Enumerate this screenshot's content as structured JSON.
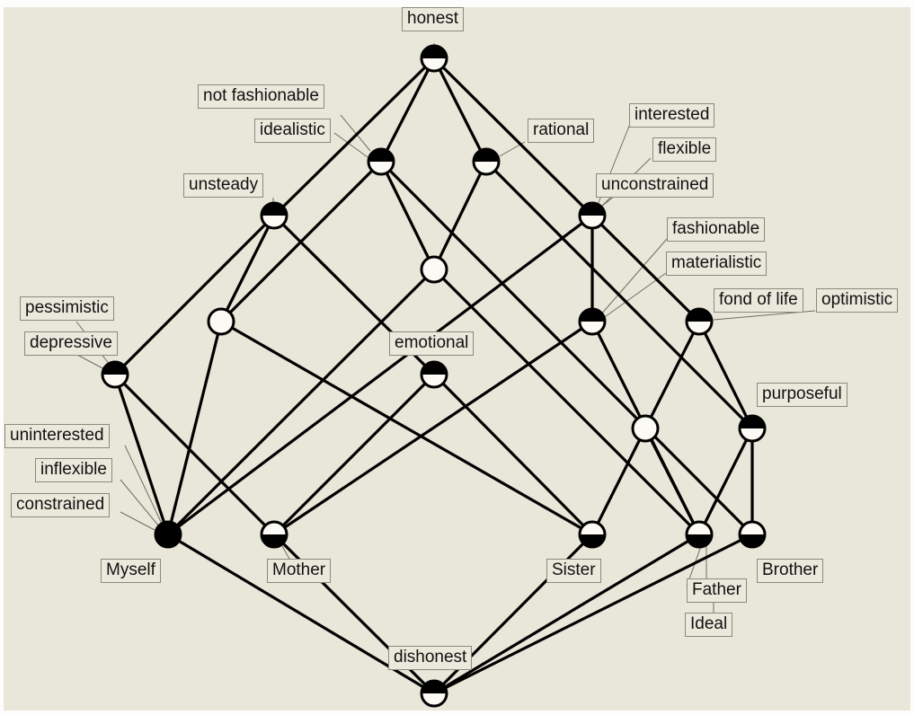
{
  "title": "Concept lattice (repertory grid)",
  "nodes": [
    {
      "id": "top",
      "fill": "top",
      "labels": [
        "honest"
      ]
    },
    {
      "id": "ideal",
      "fill": "top",
      "labels": [
        "not fashionable",
        "idealistic"
      ]
    },
    {
      "id": "rat",
      "fill": "top",
      "labels": [
        "rational"
      ]
    },
    {
      "id": "unst",
      "fill": "top",
      "labels": [
        "unsteady"
      ]
    },
    {
      "id": "unc",
      "fill": "top",
      "labels": [
        "interested",
        "flexible",
        "unconstrained"
      ]
    },
    {
      "id": "c1",
      "fill": "none",
      "labels": []
    },
    {
      "id": "e2",
      "fill": "none",
      "labels": []
    },
    {
      "id": "mat",
      "fill": "top",
      "labels": [
        "fashionable",
        "materialistic"
      ]
    },
    {
      "id": "fond",
      "fill": "top",
      "labels": [
        "fond of life",
        "optimistic"
      ]
    },
    {
      "id": "dep",
      "fill": "top",
      "labels": [
        "pessimistic",
        "depressive"
      ]
    },
    {
      "id": "emo",
      "fill": "top",
      "labels": [
        "emotional"
      ]
    },
    {
      "id": "e3",
      "fill": "none",
      "labels": []
    },
    {
      "id": "purp",
      "fill": "top",
      "labels": [
        "purposeful"
      ]
    },
    {
      "id": "my",
      "fill": "full",
      "labels": [
        "uninterested",
        "inflexible",
        "constrained",
        "Myself"
      ]
    },
    {
      "id": "mo",
      "fill": "bottom",
      "labels": [
        "Mother"
      ]
    },
    {
      "id": "si",
      "fill": "bottom",
      "labels": [
        "Sister"
      ]
    },
    {
      "id": "fa",
      "fill": "bottom",
      "labels": [
        "Father",
        "Ideal"
      ]
    },
    {
      "id": "br",
      "fill": "bottom",
      "labels": [
        "Brother"
      ]
    },
    {
      "id": "bot",
      "fill": "top",
      "labels": [
        "dishonest"
      ]
    }
  ],
  "edges": [
    [
      "top",
      "unst"
    ],
    [
      "top",
      "ideal"
    ],
    [
      "top",
      "rat"
    ],
    [
      "top",
      "unc"
    ],
    [
      "unst",
      "dep"
    ],
    [
      "unst",
      "e2"
    ],
    [
      "unst",
      "emo"
    ],
    [
      "ideal",
      "e2"
    ],
    [
      "ideal",
      "c1"
    ],
    [
      "ideal",
      "br"
    ],
    [
      "rat",
      "c1"
    ],
    [
      "rat",
      "purp"
    ],
    [
      "unc",
      "my"
    ],
    [
      "unc",
      "mat"
    ],
    [
      "unc",
      "fond"
    ],
    [
      "c1",
      "my"
    ],
    [
      "c1",
      "fa"
    ],
    [
      "e2",
      "my"
    ],
    [
      "e2",
      "si"
    ],
    [
      "mat",
      "mo"
    ],
    [
      "mat",
      "fa"
    ],
    [
      "fond",
      "e3"
    ],
    [
      "fond",
      "purp"
    ],
    [
      "dep",
      "my"
    ],
    [
      "dep",
      "mo"
    ],
    [
      "emo",
      "mo"
    ],
    [
      "emo",
      "si"
    ],
    [
      "e3",
      "si"
    ],
    [
      "e3",
      "fa"
    ],
    [
      "purp",
      "fa"
    ],
    [
      "purp",
      "br"
    ],
    [
      "my",
      "bot"
    ],
    [
      "mo",
      "bot"
    ],
    [
      "si",
      "bot"
    ],
    [
      "fa",
      "bot"
    ],
    [
      "br",
      "bot"
    ]
  ],
  "labels": {
    "honest": "honest",
    "not_fashionable": "not fashionable",
    "idealistic": "idealistic",
    "rational": "rational",
    "unsteady": "unsteady",
    "interested": "interested",
    "flexible": "flexible",
    "unconstrained": "unconstrained",
    "fashionable": "fashionable",
    "materialistic": "materialistic",
    "fond_of_life": "fond of life",
    "optimistic": "optimistic",
    "pessimistic": "pessimistic",
    "depressive": "depressive",
    "emotional": "emotional",
    "purposeful": "purposeful",
    "uninterested": "uninterested",
    "inflexible": "inflexible",
    "constrained": "constrained",
    "myself": "Myself",
    "mother": "Mother",
    "sister": "Sister",
    "father": "Father",
    "ideal": "Ideal",
    "brother": "Brother",
    "dishonest": "dishonest"
  },
  "colors": {
    "background": "#e9e7d9",
    "line": "#000000",
    "label_bg": "#ebe9dc",
    "label_border": "#8a8a7c"
  }
}
